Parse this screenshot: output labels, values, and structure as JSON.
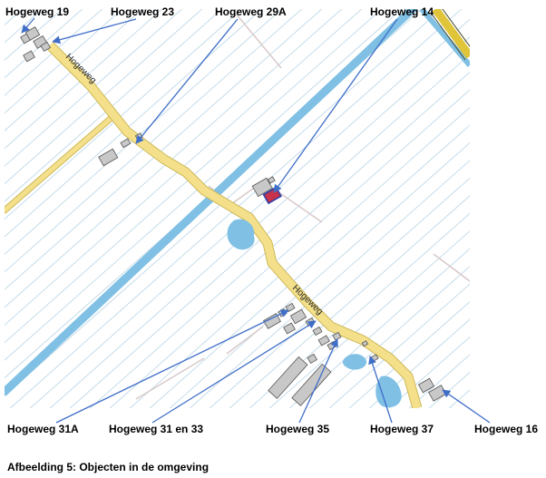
{
  "colors": {
    "water": "#7fc0e4",
    "road": "#f4e08a",
    "road_edge": "#cdb95a",
    "building": "#c8c8c8",
    "building_edge": "#555555",
    "highlight": "#c8324a",
    "highlight_edge": "#2c3ea8",
    "arrow": "#3f6ec8",
    "parcel": "#c6dcea"
  },
  "road_name": "Hogeweg",
  "labels": {
    "l1": "Hogeweg 19",
    "l2": "Hogeweg 23",
    "l3": "Hogeweg 29A",
    "l4": "Hogeweg 14",
    "l5": "Hogeweg 31A",
    "l6": "Hogeweg 31 en 33",
    "l7": "Hogeweg 35",
    "l8": "Hogeweg 37",
    "l9": "Hogeweg 16"
  },
  "caption": "Afbeelding 5: Objecten in de omgeving"
}
